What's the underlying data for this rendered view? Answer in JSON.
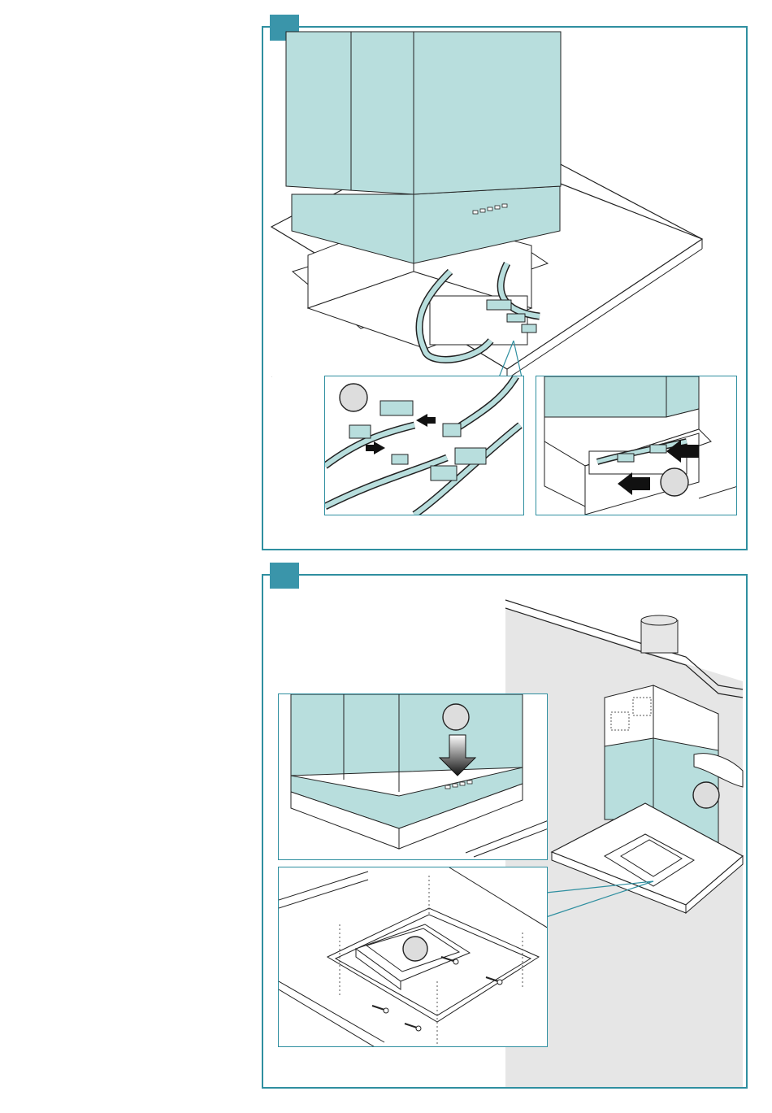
{
  "colors": {
    "panel_border": "#2f8fa0",
    "step_badge": "#3a95aa",
    "chimney_fill": "#b8dedd",
    "wall_fill": "#e6e6e6",
    "callout_circle": "#dddddd"
  },
  "steps": [
    {
      "id": "step-top",
      "insets": [
        "connectors-detail",
        "insert-connectors-detail"
      ]
    },
    {
      "id": "step-bottom",
      "insets": [
        "lower-chimney-detail",
        "screw-detail"
      ]
    }
  ]
}
